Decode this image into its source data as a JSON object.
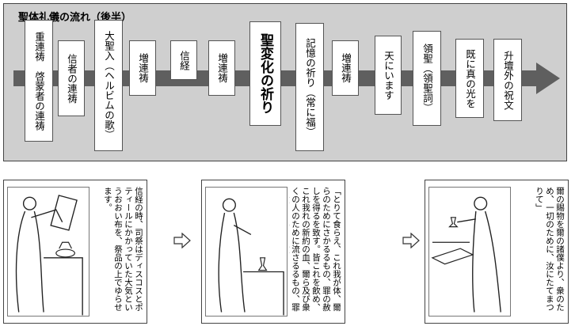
{
  "header": {
    "title": "聖体礼儀の流れ（後半）"
  },
  "steps": [
    {
      "label": "重連祷　啓蒙者の連祷"
    },
    {
      "label": "信者の連祷"
    },
    {
      "label": "大聖入（ヘルビムの歌）"
    },
    {
      "label": "増連祷"
    },
    {
      "label": "信経"
    },
    {
      "label": "増連祷"
    },
    {
      "label": "聖変化の祈り"
    },
    {
      "label": "記憶の祈り（常に福）"
    },
    {
      "label": "増連祷"
    },
    {
      "label": "天にいます"
    },
    {
      "label": "領聖（領聖詞）"
    },
    {
      "label": "既に真の光を"
    },
    {
      "label": "升壇外の祝文"
    }
  ],
  "panels": [
    {
      "text": "信経の時、司祭はディスコスとポティールにかかっていた大気というおおい布を、祭品の上でゆらせます。"
    },
    {
      "text": "「とりて食らえ、これ我が体、爾らのためにさかるるもの、罪の赦しを得るを致す。皆これを飲め、これ我れの新約の血、爾ら及び衆くの人のために流さるるもの、罪の赦しを得るを致す」"
    },
    {
      "text": "爾の賜物を爾の諸僕より、衆のため、一切のために、汝にたてまつりて」"
    }
  ],
  "colors": {
    "panel_bg": "#cfcfcf",
    "arrow": "#5f5f5f"
  }
}
